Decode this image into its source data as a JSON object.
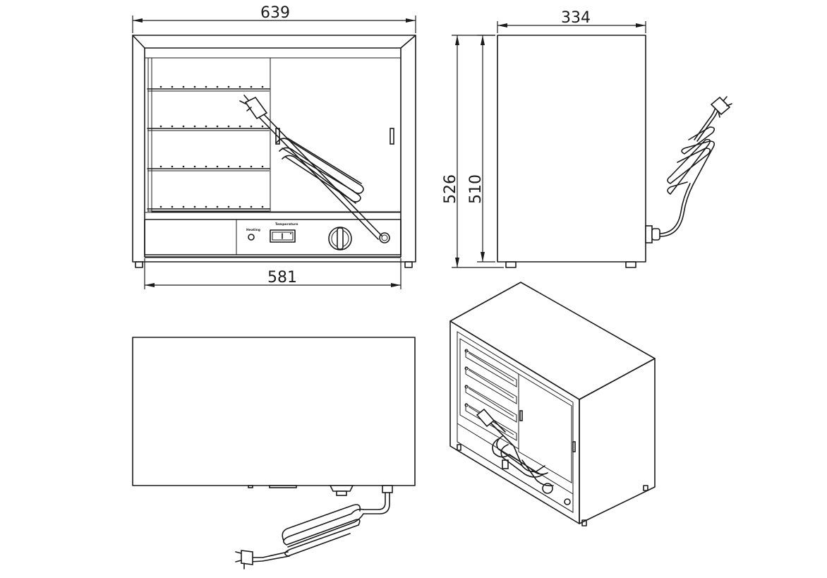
{
  "dimensions": {
    "front_top_width": "639",
    "front_bottom_width": "581",
    "side_depth": "334",
    "side_total_height": "526",
    "side_body_height": "510"
  },
  "control_panel": {
    "heating_label": "Heating",
    "temperature_label": "Temperature"
  }
}
